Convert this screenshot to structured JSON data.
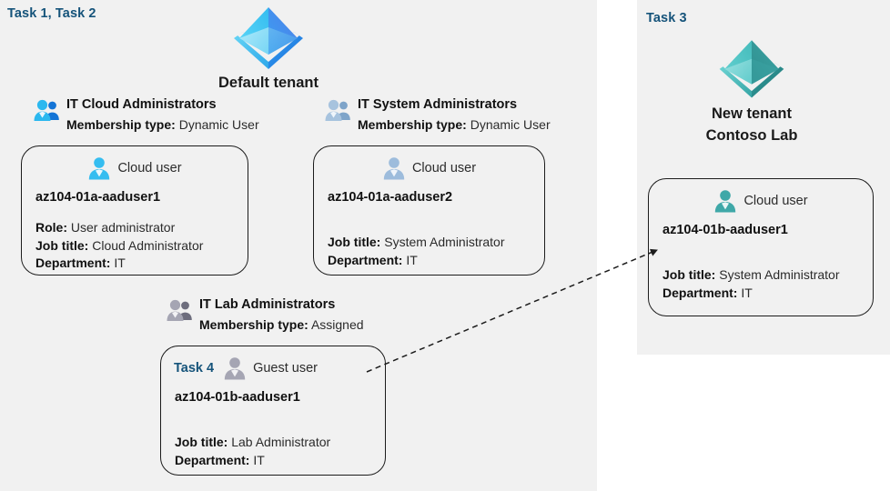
{
  "meta": {
    "title": "Azure AD tenants, groups and users lab diagram",
    "bg_color": "#ffffff",
    "panel_color": "#f1f1f1",
    "task_color": "#15537a"
  },
  "left_panel": {
    "task_label": "Task 1, Task 2",
    "tenant": {
      "name": "Default tenant",
      "logo": "azure-ad-tenant-icon",
      "logo_color": "#3aa0f3"
    },
    "groups": [
      {
        "id": "it-cloud-administrators",
        "icon": "group-users-icon",
        "icon_color": "#13a0e8",
        "name": "IT Cloud Administrators",
        "meta_label": "Membership type:",
        "meta_value": "Dynamic User",
        "user": {
          "id": "az104-01a-aaduser1",
          "icon": "cloud-user-icon",
          "icon_color": "#35bdf0",
          "kind": "Cloud user",
          "name": "az104-01a-aaduser1",
          "attrs": [
            {
              "label": "Role:",
              "value": "User administrator"
            },
            {
              "label": "Job title:",
              "value": "Cloud Administrator"
            },
            {
              "label": "Department:",
              "value": "IT"
            }
          ]
        }
      },
      {
        "id": "it-system-administrators",
        "icon": "group-users-icon",
        "icon_color": "#9dbcdc",
        "name": "IT System Administrators",
        "meta_label": "Membership type:",
        "meta_value": "Dynamic User",
        "user": {
          "id": "az104-01a-aaduser2",
          "icon": "cloud-user-icon",
          "icon_color": "#9dbcdc",
          "kind": "Cloud user",
          "name": "az104-01a-aaduser2",
          "attrs": [
            {
              "label": "Job title:",
              "value": "System Administrator"
            },
            {
              "label": "Department:",
              "value": "IT"
            }
          ]
        }
      },
      {
        "id": "it-lab-administrators",
        "icon": "group-users-icon",
        "icon_color": "#9a9aa8",
        "name": "IT Lab Administrators",
        "meta_label": "Membership type:",
        "meta_value": "Assigned",
        "user": {
          "id": "az104-01b-aaduser1-guest",
          "task_label": "Task 4",
          "icon": "guest-user-icon",
          "icon_color": "#9a9aa8",
          "kind": "Guest user",
          "name": "az104-01b-aaduser1",
          "attrs": [
            {
              "label": "Job title:",
              "value": "Lab Administrator"
            },
            {
              "label": "Department:",
              "value": "IT"
            }
          ]
        }
      }
    ]
  },
  "right_panel": {
    "task_label": "Task 3",
    "tenant": {
      "name_line1": "New  tenant",
      "name_line2": "Contoso Lab",
      "logo": "azure-ad-tenant-icon",
      "logo_color": "#3fb2b2"
    },
    "user": {
      "id": "az104-01b-aaduser1",
      "icon": "cloud-user-icon",
      "icon_color": "#3fa8a8",
      "kind": "Cloud user",
      "name": "az104-01b-aaduser1",
      "attrs": [
        {
          "label": "Job title:",
          "value": "System Administrator"
        },
        {
          "label": "Department:",
          "value": "IT"
        }
      ]
    }
  },
  "connector": {
    "name": "guest-invite-arrow",
    "style": "dashed",
    "color": "#1c1c1c",
    "from": "az104-01b-aaduser1-guest",
    "to": "az104-01b-aaduser1"
  }
}
